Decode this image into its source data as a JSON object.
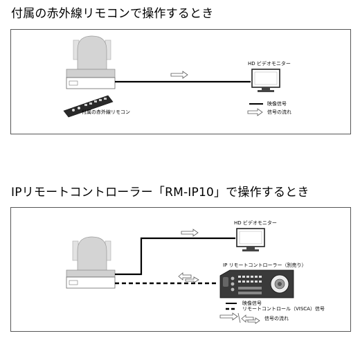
{
  "section1": {
    "heading": "付属の赤外線リモコンで操作するとき",
    "monitor_label": "HD ビデオモニター",
    "remote_label": "付属の赤外線リモコン",
    "legend": {
      "video_signal": "映像信号",
      "signal_flow": "信号の流れ"
    }
  },
  "section2": {
    "heading": "IPリモートコントローラー「RM-IP10」で操作するとき",
    "monitor_label": "HD ビデオモニター",
    "controller_label": "IP リモートコントローラー（別売り）",
    "legend": {
      "video_signal": "映像信号",
      "remote_control": "リモートコントロール（VISCA）信号",
      "signal_flow": "信号の流れ"
    }
  }
}
